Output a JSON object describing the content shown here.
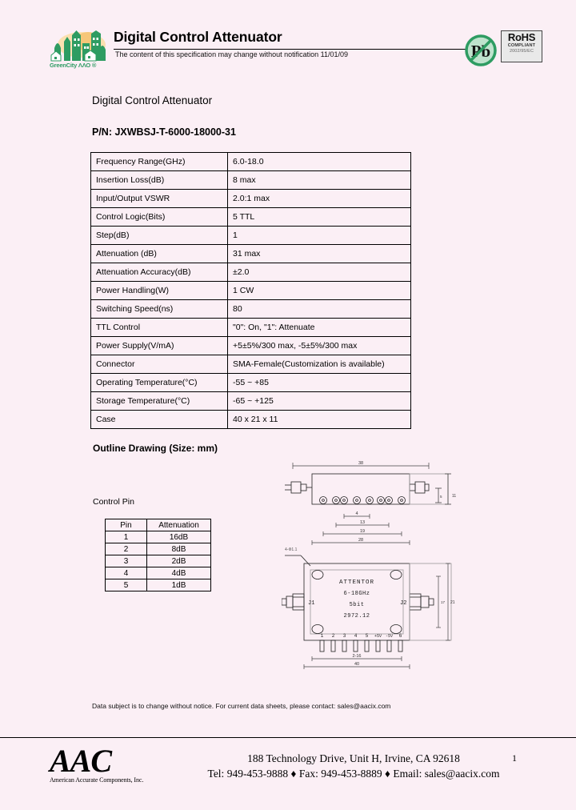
{
  "header": {
    "logo_wordmark": "GreenCity ΛΛΟ ®",
    "title": "Digital Control Attenuator",
    "note": "The content of this specification may change without notification 11/01/09",
    "rohs": {
      "pb_label": "Pb",
      "line1": "RoHS",
      "line2": "COMPLIANT",
      "line3": "2002/95/EC"
    }
  },
  "document": {
    "title": "Digital Control Attenuator",
    "part_number": "P/N: JXWBSJ-T-6000-18000-31"
  },
  "spec_table": {
    "rows": [
      {
        "key": "Frequency Range(GHz)",
        "value": "6.0-18.0"
      },
      {
        "key": "Insertion Loss(dB)",
        "value": "8 max"
      },
      {
        "key": "Input/Output VSWR",
        "value": "2.0:1 max"
      },
      {
        "key": "Control Logic(Bits)",
        "value": "5 TTL"
      },
      {
        "key": "Step(dB)",
        "value": "1"
      },
      {
        "key": "Attenuation (dB)",
        "value": "31 max"
      },
      {
        "key": "Attenuation Accuracy(dB)",
        "value": "±2.0"
      },
      {
        "key": "Power Handling(W)",
        "value": "1 CW"
      },
      {
        "key": "Switching Speed(ns)",
        "value": "80"
      },
      {
        "key": "TTL Control",
        "value": "\"0\": On, \"1\": Attenuate"
      },
      {
        "key": "Power Supply(V/mA)",
        "value": "+5±5%/300 max, -5±5%/300 max"
      },
      {
        "key": "Connector",
        "value": "SMA-Female(Customization is available)"
      },
      {
        "key": "Operating Temperature(°C)",
        "value": "-55 ~ +85"
      },
      {
        "key": "Storage Temperature(°C)",
        "value": "-65 ~ +125"
      },
      {
        "key": "Case",
        "value": "40 x 21 x 11"
      }
    ]
  },
  "outline": {
    "heading": "Outline Drawing (Size: mm)",
    "control_pin_label": "Control Pin",
    "pin_table": {
      "headers": [
        "Pin",
        "Attenuation"
      ],
      "rows": [
        {
          "pin": "1",
          "attenuation": "16dB"
        },
        {
          "pin": "2",
          "attenuation": "8dB"
        },
        {
          "pin": "3",
          "attenuation": "2dB"
        },
        {
          "pin": "4",
          "attenuation": "4dB"
        },
        {
          "pin": "5",
          "attenuation": "1dB"
        }
      ]
    }
  },
  "drawing_top": {
    "dim_overall": "38",
    "dim_a": "4",
    "dim_b": "13",
    "dim_c": "19",
    "dim_d": "28",
    "dim_height": "11",
    "dim_height2": "5",
    "note": "4-Φ1.1"
  },
  "drawing_bottom": {
    "text_line1": "ATTENTOR",
    "text_line2": "6-18GHz",
    "text_line3": "5bit",
    "text_line4": "2972.12",
    "port_left": "J1",
    "port_right": "J2",
    "pin_labels": [
      "1",
      "2",
      "3",
      "4",
      "5",
      "+5V",
      "-5V",
      "6"
    ],
    "dim_pin": "2-16",
    "dim_overall": "40",
    "dim_height": "21",
    "dim_height2": "17"
  },
  "footer": {
    "disclaimer": "Data subject is to change without notice.  For current data sheets, please contact:  sales@aacix.com",
    "logo_main": "AAC",
    "logo_sub": "American Accurate Components, Inc.",
    "address_line1": "188 Technology Drive, Unit H, Irvine, CA 92618",
    "address_line2": "Tel: 949-453-9888 ♦ Fax: 949-453-8889 ♦ Email: sales@aacix.com",
    "page_number": "1"
  }
}
